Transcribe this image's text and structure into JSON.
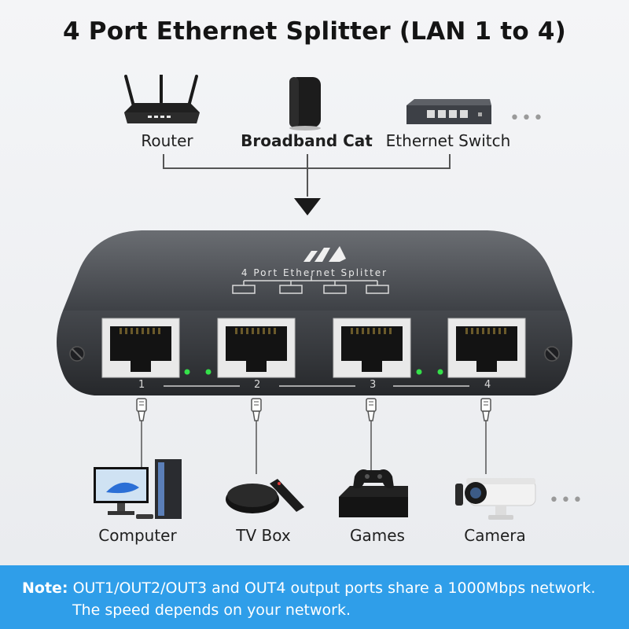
{
  "title": "4 Port Ethernet Splitter (LAN 1 to 4)",
  "sources": [
    {
      "label": "Router",
      "icon": "router-icon"
    },
    {
      "label": "Broadband Cat",
      "icon": "modem-icon"
    },
    {
      "label": "Ethernet Switch",
      "icon": "switch-icon"
    }
  ],
  "more_indicator": "•••",
  "device": {
    "label": "4 Port Ethernet Splitter",
    "ports": [
      "1",
      "2",
      "3",
      "4"
    ]
  },
  "outputs": [
    {
      "label": "Computer",
      "icon": "computer-icon"
    },
    {
      "label": "TV Box",
      "icon": "tv-box-icon"
    },
    {
      "label": "Games",
      "icon": "game-console-icon"
    },
    {
      "label": "Camera",
      "icon": "camera-icon"
    }
  ],
  "note": {
    "prefix": "Note:",
    "line1": "OUT1/OUT2/OUT3 and OUT4 output ports share a 1000Mbps network.",
    "line2": "The speed depends on your network."
  },
  "colors": {
    "note_bar": "#2f9ee9",
    "led": "#35e04a",
    "device_body": "#3a3d42"
  }
}
